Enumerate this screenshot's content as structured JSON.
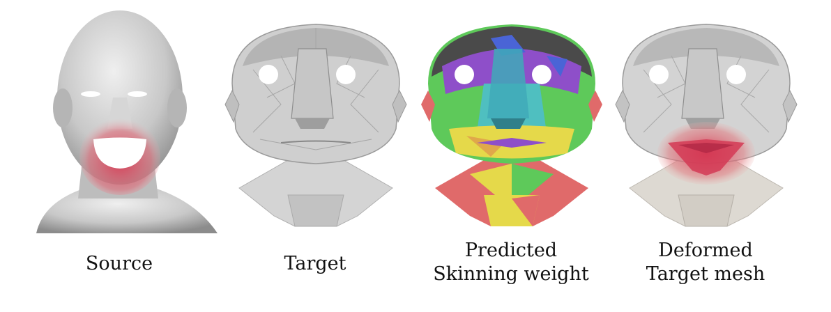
{
  "figure": {
    "panels": [
      {
        "id": "source",
        "lines": [
          "Source"
        ]
      },
      {
        "id": "target",
        "lines": [
          "Target"
        ]
      },
      {
        "id": "predicted",
        "lines": [
          "Predicted",
          "Skinning weight"
        ]
      },
      {
        "id": "deformed",
        "lines": [
          "Deformed",
          "Target mesh"
        ]
      }
    ],
    "colors": {
      "mesh_gray": "#c9c9c9",
      "mesh_dark": "#8a8a8a",
      "highlight_red": "#d8344f",
      "seg_purple": "#8e4fc9",
      "seg_cyan": "#4fbfc0",
      "seg_green": "#5ec95a",
      "seg_yellow": "#e5d94a",
      "seg_red": "#e06a6a",
      "seg_dark": "#4a4a4a",
      "seg_blue": "#4a64d6"
    }
  }
}
